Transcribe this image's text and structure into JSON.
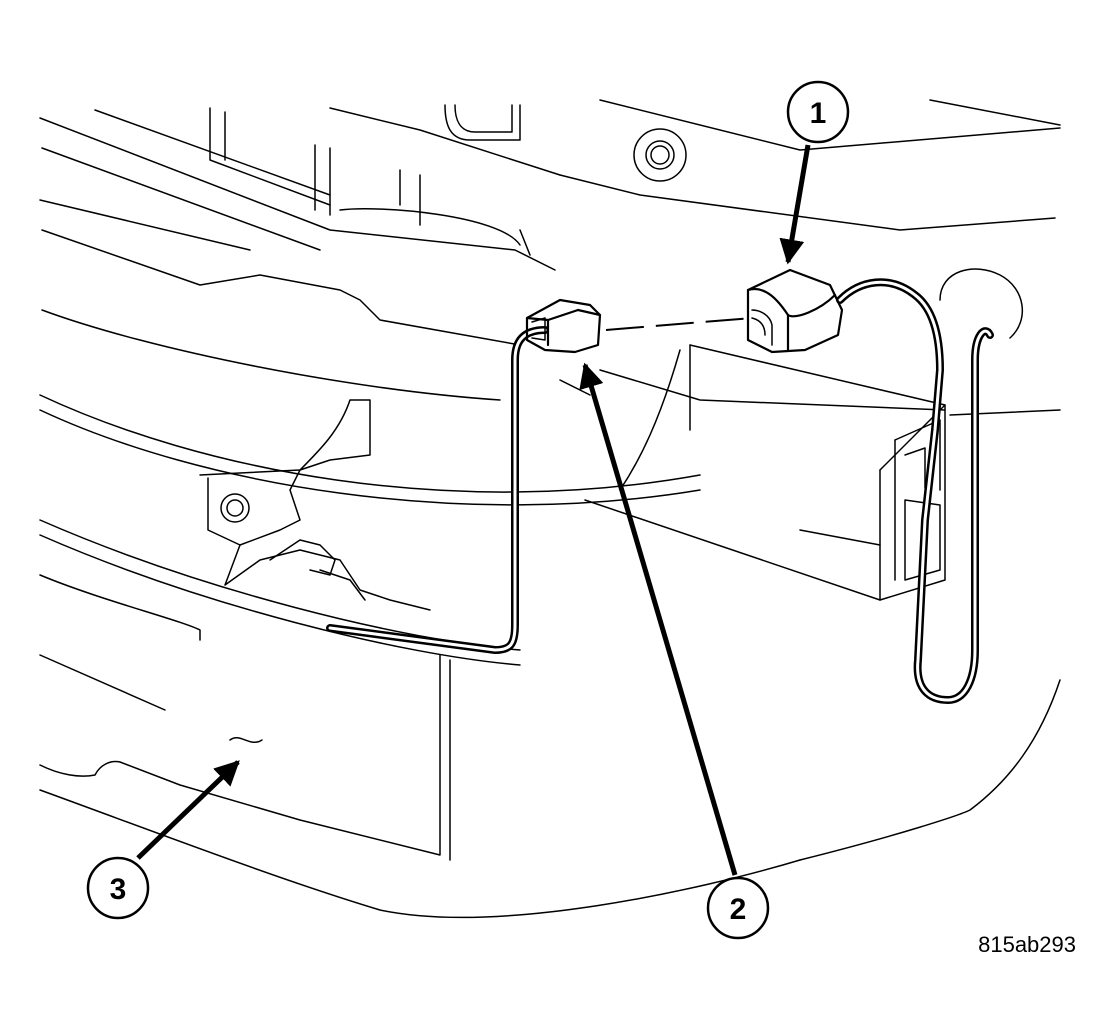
{
  "figure": {
    "id_label": "815ab293"
  },
  "callouts": [
    {
      "number": "1"
    },
    {
      "number": "2"
    },
    {
      "number": "3"
    }
  ],
  "colors": {
    "line": "#000000",
    "background": "#ffffff"
  }
}
